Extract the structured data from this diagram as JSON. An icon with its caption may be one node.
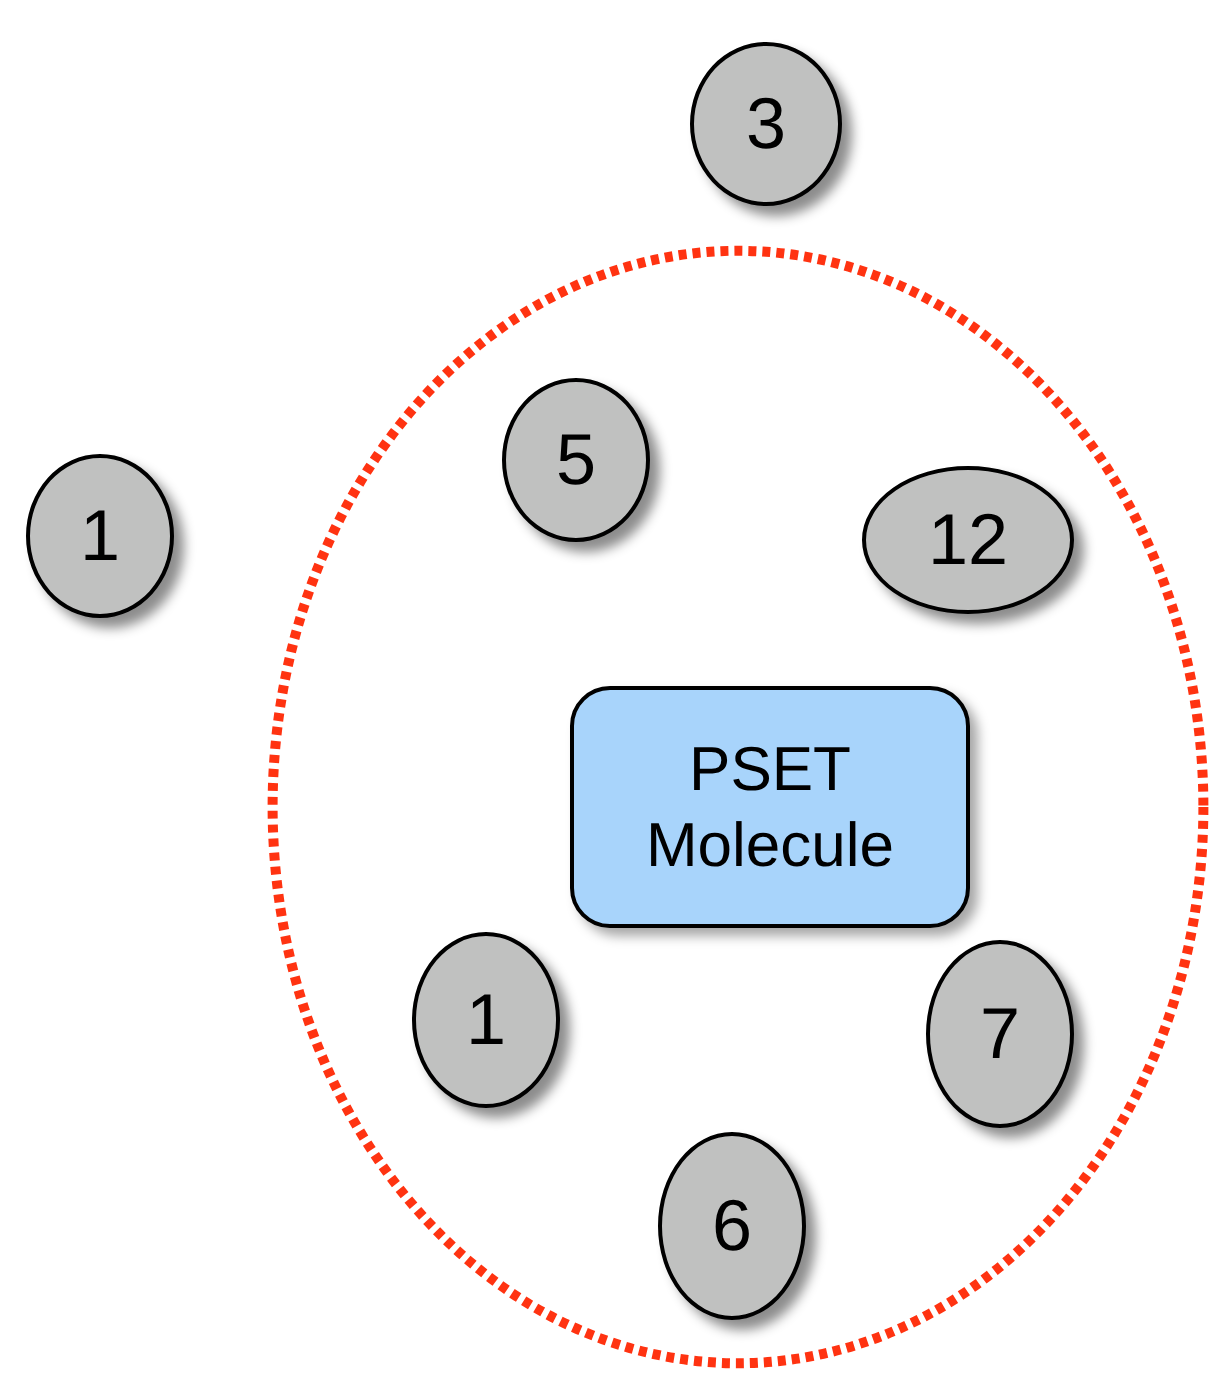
{
  "diagram": {
    "nodes": [
      {
        "text": [
          "3"
        ]
      },
      {
        "text": [
          "1"
        ]
      },
      {
        "text": [],
        "shape": "ellipse"
      },
      {
        "text": [
          "5"
        ],
        "in": 2
      },
      {
        "text": [
          "12"
        ],
        "in": 2
      },
      {
        "text": [
          "PSET Molecule"
        ],
        "in": 2
      },
      {
        "text": [
          "1"
        ],
        "in": 2
      },
      {
        "text": [
          "7"
        ],
        "in": 2
      },
      {
        "text": [
          "6"
        ],
        "in": 2
      }
    ]
  }
}
